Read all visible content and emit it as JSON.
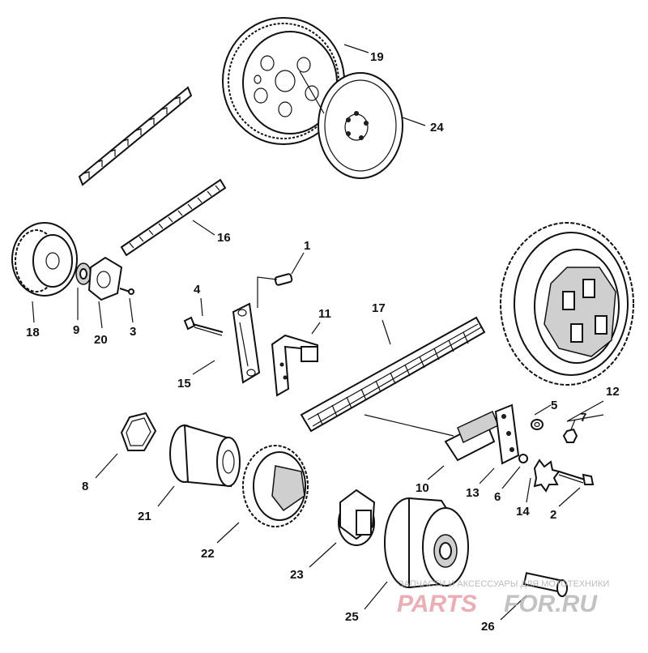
{
  "labels": {
    "p1": "1",
    "p2": "2",
    "p3": "3",
    "p4": "4",
    "p5": "5",
    "p6": "6",
    "p7": "7",
    "p8": "8",
    "p9": "9",
    "p10": "10",
    "p11": "11",
    "p12": "12",
    "p13": "13",
    "p14": "14",
    "p15": "15",
    "p16": "16",
    "p17": "17",
    "p18": "18",
    "p19": "19",
    "p20": "20",
    "p21": "21",
    "p22": "22",
    "p23": "23",
    "p24": "24",
    "p25": "25",
    "p26": "26"
  },
  "watermark": {
    "tagline": "ЗАПЧАСТИ И АКСЕССУАРЫ ДЛЯ МОТОТЕХНИКИ",
    "brand_left": "PARTS",
    "brand_right": "FOR.RU"
  },
  "colors": {
    "ink": "#111111",
    "watermark_red": "#e8a0a8",
    "watermark_gray": "#b8b8b8"
  }
}
